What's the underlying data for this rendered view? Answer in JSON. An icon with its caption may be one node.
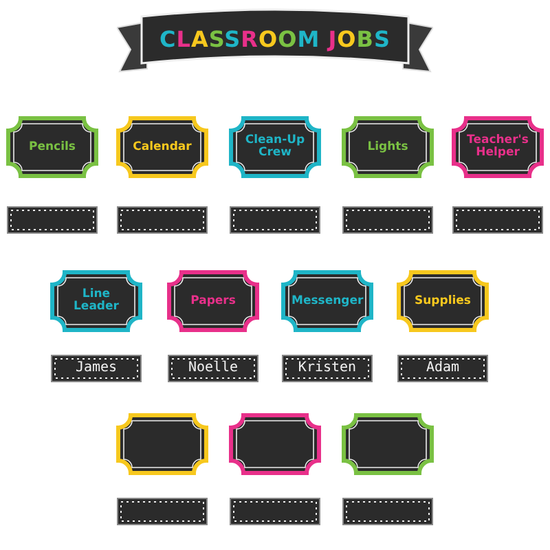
{
  "diagram": {
    "title": "CLASSROOM JOBS",
    "nodes": [
      {
        "text": [
          "Pencils"
        ]
      },
      {
        "text": [
          "Calendar"
        ]
      },
      {
        "text": [
          "Clean-Up Crew"
        ]
      },
      {
        "text": [
          "Lights"
        ]
      },
      {
        "text": [
          "Teacher's Helper"
        ]
      },
      {
        "text": [],
        "shape": "bar"
      },
      {
        "text": [],
        "shape": "bar"
      },
      {
        "text": [],
        "shape": "bar"
      },
      {
        "text": [],
        "shape": "bar"
      },
      {
        "text": [],
        "shape": "bar"
      },
      {
        "text": [
          "Line Leader"
        ]
      },
      {
        "text": [
          "Papers"
        ]
      },
      {
        "text": [
          "Messenger"
        ]
      },
      {
        "text": [
          "Supplies"
        ]
      },
      {
        "text": [
          "James"
        ]
      },
      {
        "text": [
          "Noelle"
        ]
      },
      {
        "text": [
          "Kristen"
        ]
      },
      {
        "text": [
          "Adam"
        ]
      },
      {
        "text": [],
        "shape": "box"
      },
      {
        "text": [],
        "shape": "box"
      },
      {
        "text": [],
        "shape": "box"
      },
      {
        "text": [],
        "shape": "bar"
      },
      {
        "text": [],
        "shape": "bar"
      },
      {
        "text": [],
        "shape": "bar"
      }
    ],
    "edges": []
  }
}
